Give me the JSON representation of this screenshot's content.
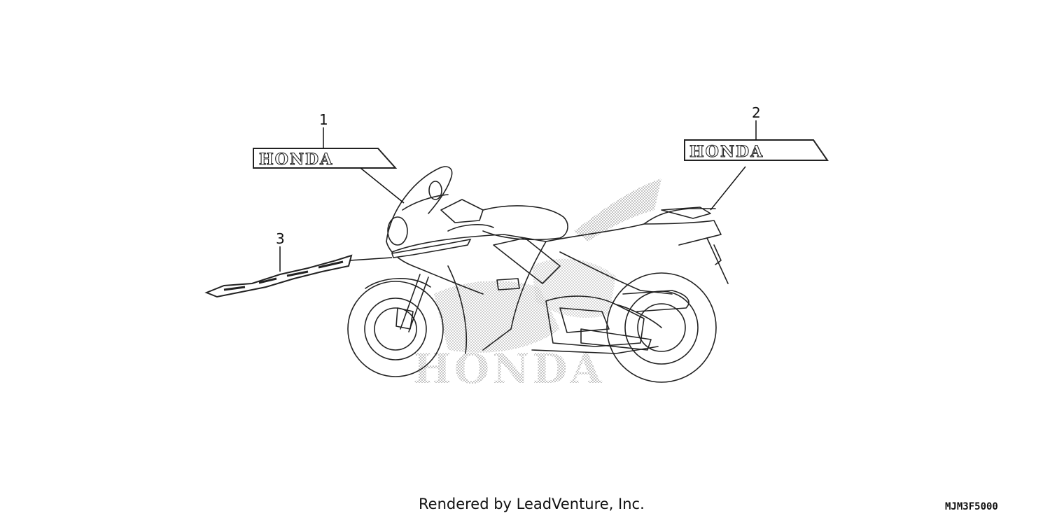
{
  "callouts": [
    {
      "number": "1",
      "decal_text": "HONDA"
    },
    {
      "number": "2",
      "decal_text": "HONDA"
    },
    {
      "number": "3",
      "decal_text": ""
    }
  ],
  "watermark": "HONDA",
  "footer": {
    "credit": "Rendered by LeadVenture, Inc.",
    "diagram_code": "MJM3F5000"
  },
  "colors": {
    "line": "#222222",
    "dots": "#9a9a9a",
    "background": "#ffffff"
  }
}
